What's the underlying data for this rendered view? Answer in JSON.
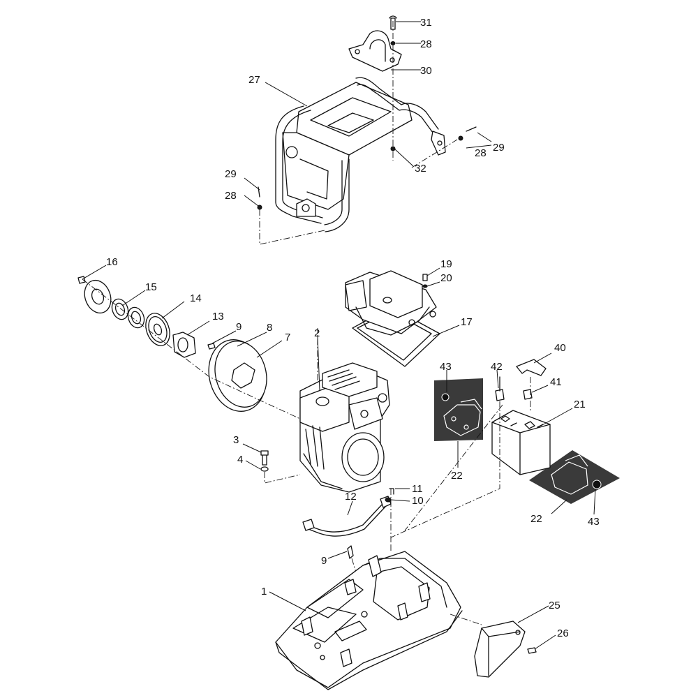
{
  "diagram": {
    "callouts": [
      {
        "id": "c31",
        "text": "31"
      },
      {
        "id": "c28a",
        "text": "28"
      },
      {
        "id": "c30",
        "text": "30"
      },
      {
        "id": "c27",
        "text": "27"
      },
      {
        "id": "c28b",
        "text": "28"
      },
      {
        "id": "c29a",
        "text": "29"
      },
      {
        "id": "c32",
        "text": "32"
      },
      {
        "id": "c29b",
        "text": "29"
      },
      {
        "id": "c28c",
        "text": "28"
      },
      {
        "id": "c16",
        "text": "16"
      },
      {
        "id": "c15",
        "text": "15"
      },
      {
        "id": "c14",
        "text": "14"
      },
      {
        "id": "c13",
        "text": "13"
      },
      {
        "id": "c9a",
        "text": "9"
      },
      {
        "id": "c8",
        "text": "8"
      },
      {
        "id": "c7",
        "text": "7"
      },
      {
        "id": "c2",
        "text": "2"
      },
      {
        "id": "c19",
        "text": "19"
      },
      {
        "id": "c20",
        "text": "20"
      },
      {
        "id": "c17",
        "text": "17"
      },
      {
        "id": "c40",
        "text": "40"
      },
      {
        "id": "c43a",
        "text": "43"
      },
      {
        "id": "c42",
        "text": "42"
      },
      {
        "id": "c41",
        "text": "41"
      },
      {
        "id": "c21",
        "text": "21"
      },
      {
        "id": "c3",
        "text": "3"
      },
      {
        "id": "c4",
        "text": "4"
      },
      {
        "id": "c22a",
        "text": "22"
      },
      {
        "id": "c11",
        "text": "11"
      },
      {
        "id": "c10",
        "text": "10"
      },
      {
        "id": "c12",
        "text": "12"
      },
      {
        "id": "c22b",
        "text": "22"
      },
      {
        "id": "c43b",
        "text": "43"
      },
      {
        "id": "c9b",
        "text": "9"
      },
      {
        "id": "c1",
        "text": "1"
      },
      {
        "id": "c25",
        "text": "25"
      },
      {
        "id": "c26",
        "text": "26"
      }
    ]
  }
}
